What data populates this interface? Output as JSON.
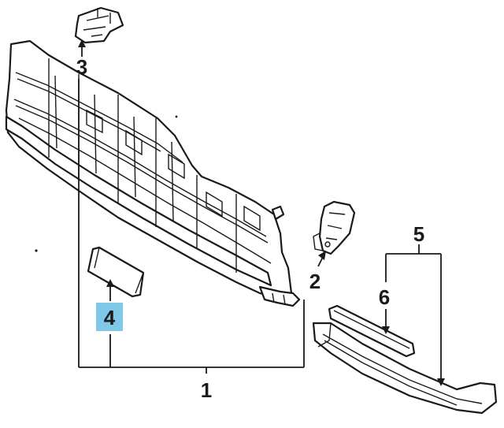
{
  "callouts": {
    "c1": "1",
    "c2": "2",
    "c3": "3",
    "c4": "4",
    "c5": "5",
    "c6": "6"
  },
  "colors": {
    "line": "#1a1a1a",
    "highlight": "#7fc8e8",
    "background": "#ffffff"
  },
  "highlighted_callout": "4"
}
